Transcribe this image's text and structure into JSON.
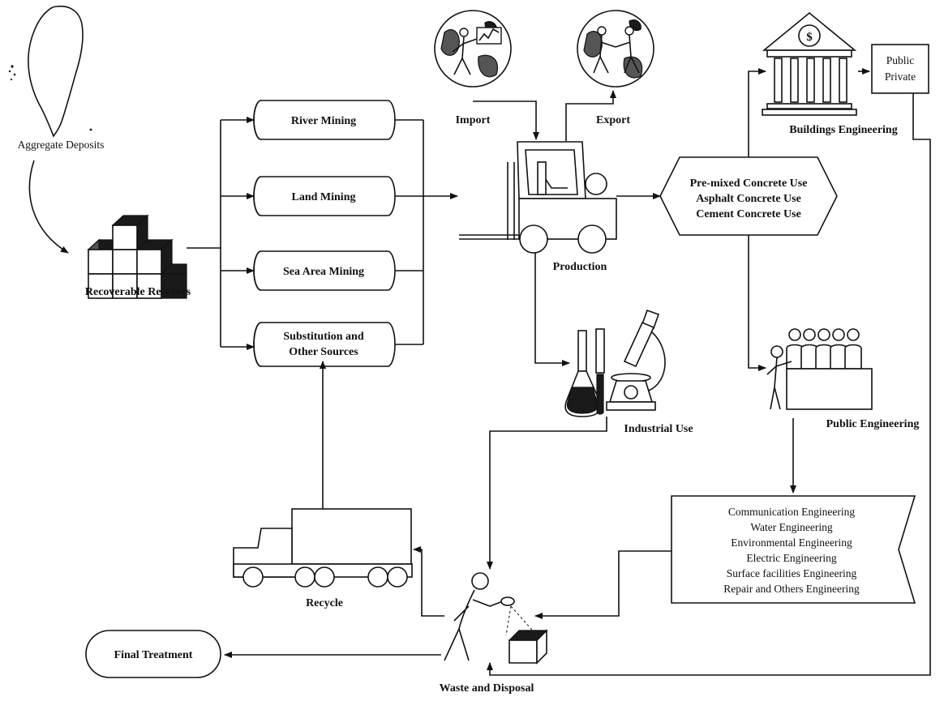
{
  "labels": {
    "aggregate_deposits": "Aggregate Deposits",
    "recoverable_reserves": "Recoverable Resevers",
    "river_mining": "River Mining",
    "land_mining": "Land Mining",
    "sea_area_mining": "Sea Area Mining",
    "substitution_line1": "Substitution and",
    "substitution_line2": "Other Sources",
    "import": "Import",
    "export": "Export",
    "production": "Production",
    "concrete_line1": "Pre-mixed Concrete Use",
    "concrete_line2": "Asphalt Concrete Use",
    "concrete_line3": "Cement Concrete Use",
    "buildings_engineering": "Buildings Engineering",
    "public_private_line1": "Public",
    "public_private_line2": "Private",
    "public_engineering": "Public Engineering",
    "industrial_use": "Industrial Use",
    "recycle": "Recycle",
    "final_treatment": "Final Treatment",
    "waste_and_disposal": "Waste and Disposal",
    "bank_symbol": "$"
  },
  "engineering_list": [
    "Communication Engineering",
    "Water Engineering",
    "Environmental Engineering",
    "Electric Engineering",
    "Surface facilities Engineering",
    "Repair and Others Engineering"
  ]
}
